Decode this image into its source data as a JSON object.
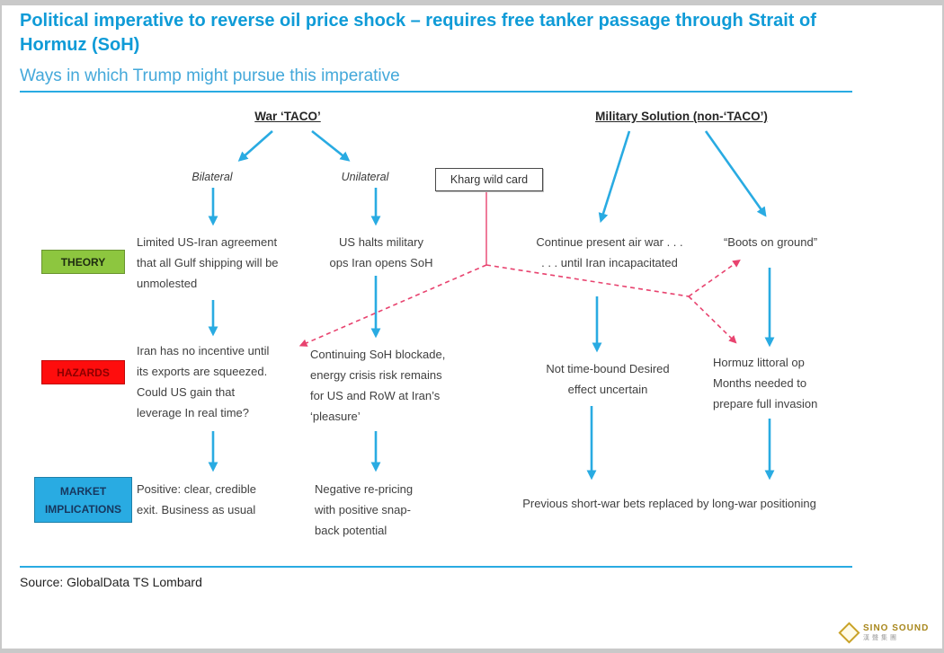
{
  "header": {
    "title": "Political imperative to reverse oil price shock – requires free tanker passage through Strait of Hormuz (SoH)",
    "subtitle": "Ways in which Trump might pursue this imperative"
  },
  "colors": {
    "accent_cyan": "#29abe2",
    "title_blue": "#0f9bd7",
    "theory_green": "#8dc63f",
    "hazards_red": "#fe0d0d",
    "market_blue": "#29abe2",
    "dashed_red": "#e8436f"
  },
  "diagram": {
    "branch_war": "War ‘TACO’",
    "branch_military": "Military Solution (non-‘TACO’)",
    "bilateral": "Bilateral",
    "unilateral": "Unilateral",
    "kharg": "Kharg wild card",
    "rows": {
      "theory": "THEORY",
      "hazards": "HAZARDS",
      "market": "MARKET\nIMPLICATIONS"
    },
    "theory": {
      "bilateral": "Limited US-Iran agreement\nthat all Gulf shipping will be\nunmolested",
      "unilateral": "US halts military\nops Iran opens SoH",
      "air_war": "Continue present air war . . .\n. . . until Iran incapacitated",
      "boots": "“Boots on ground”"
    },
    "hazards": {
      "bilateral": "Iran has no incentive until\nits exports are squeezed.\nCould US gain that\nleverage In real time?",
      "unilateral": "Continuing SoH blockade,\nenergy crisis risk remains\nfor US and RoW at Iran’s\n‘pleasure’",
      "air_war": "Not time-bound Desired\neffect uncertain",
      "boots": "Hormuz littoral op\nMonths needed to\nprepare full invasion"
    },
    "market": {
      "bilateral": "Positive: clear, credible\nexit. Business as usual",
      "unilateral": "Negative re-pricing\nwith positive snap-\nback potential",
      "military": "Previous short-war bets replaced by long-war positioning"
    }
  },
  "footer": {
    "source": "Source: GlobalData TS Lombard"
  },
  "watermark": {
    "brand": "SINO SOUND",
    "subtitle": "漢聲集團"
  }
}
